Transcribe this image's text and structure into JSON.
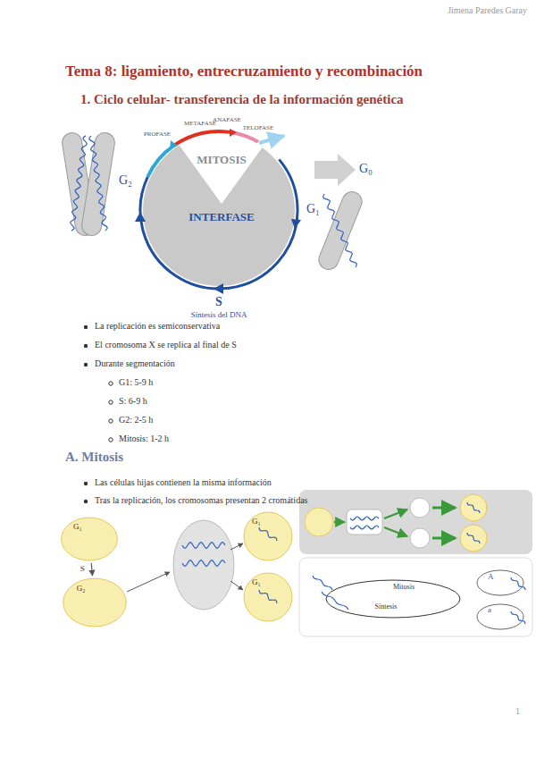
{
  "diagram": {
    "title": "Tema 8: ligamiento, entrecruzamiento y recombinación",
    "nodes": [
      {
        "text": [
          "G₁"
        ]
      },
      {
        "text": [
          "G₂"
        ]
      }
    ],
    "edges": [
      {
        "from": 0,
        "to": 1,
        "label": "S",
        "arrow": "to"
      }
    ],
    "labels": [
      "Jimena Paredes Garay",
      "1. Ciclo celular- transferencia de la información genética",
      "PROFASE",
      "METAFASE",
      "ANAFASE",
      "TELOFASE",
      "MITOSIS",
      "INTERFASE",
      "G₂",
      "G₁",
      "G₀",
      "S",
      "Síntesis del DNA",
      "La replicación es semiconservativa",
      "El cromosoma X se replica al final de S",
      "Durante segmentación",
      "G1: 5-9 h",
      "S: 6-9 h",
      "G2: 2-5 h",
      "Mitosis: 1-2 h",
      "A. Mitosis",
      "Las células hijas contienen la misma información",
      "Tras la replicación, los cromosomas presentan 2 cromátidas",
      "G₁",
      "G₁",
      "Mitosis",
      "Síntesis",
      "A",
      "a",
      "1"
    ]
  }
}
